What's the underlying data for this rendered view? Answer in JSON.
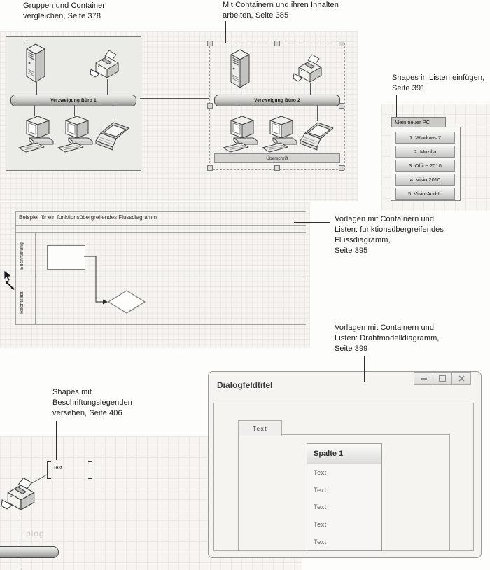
{
  "callouts": {
    "groups_containers": {
      "lines": [
        "Gruppen und Container",
        "vergleichen, Seite 378"
      ]
    },
    "containers_contents": {
      "lines": [
        "Mit Containern und ihren Inhalten",
        "arbeiten, Seite 385"
      ]
    },
    "shapes_lists": {
      "lines": [
        "Shapes in Listen einfügen,",
        "Seite 391"
      ]
    },
    "templates_flowchart": {
      "lines": [
        "Vorlagen mit Containern und",
        "Listen: funktionsübergreifendes",
        "Flussdiagramm,",
        "Seite 395"
      ]
    },
    "templates_wireframe": {
      "lines": [
        "Vorlagen mit Containern und",
        "Listen: Drahtmodelldiagramm,",
        "Seite 399"
      ]
    },
    "shapes_callouts": {
      "lines": [
        "Shapes mit",
        "Beschriftungslegenden",
        "versehen, Seite 406"
      ]
    }
  },
  "network1": {
    "bus_label": "Verzweigung Büro 1"
  },
  "network2": {
    "bus_label": "Verzweigung Büro 2",
    "caption": "Überschrift"
  },
  "pc_list": {
    "header": "Mein neuer PC",
    "items": [
      "1:  Windows 7",
      "2:  Mozilla",
      "3:  Office 2010",
      "4:  Visio 2010",
      "5:  Visio-Add-In"
    ]
  },
  "flowchart": {
    "title": "Beispiel für ein funktionsübergreifendes Flussdiagramm",
    "lanes": [
      "Buchhaltung",
      "Rechtsabt."
    ]
  },
  "wireframe_dialog": {
    "title": "Dialogfeldtitel",
    "tab_label": "Text",
    "column_header": "Spalte 1",
    "rows": [
      "Text",
      "Text",
      "Text",
      "Text",
      "Text"
    ]
  },
  "callout_shape": {
    "label": "Text"
  },
  "watermark": "blog",
  "colors": {
    "grid_line": "#ece9e5",
    "canvas_bg": "#f6f5f2",
    "leader_line": "#2e2e2e",
    "container_fill": "#ebebe8"
  }
}
